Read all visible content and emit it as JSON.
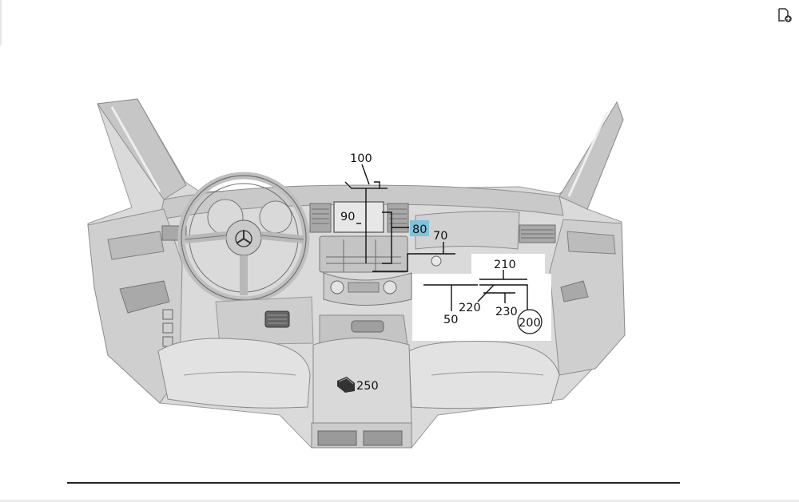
{
  "diagram": {
    "callouts": {
      "c100": "100",
      "c90": "90",
      "c80": "80",
      "c70": "70",
      "c210": "210",
      "c220": "220",
      "c230": "230",
      "c50": "50",
      "c200": "200",
      "c250": "250"
    },
    "highlight_color": "#7fc3dc"
  },
  "toolbar": {
    "icon": "add-page-icon"
  }
}
